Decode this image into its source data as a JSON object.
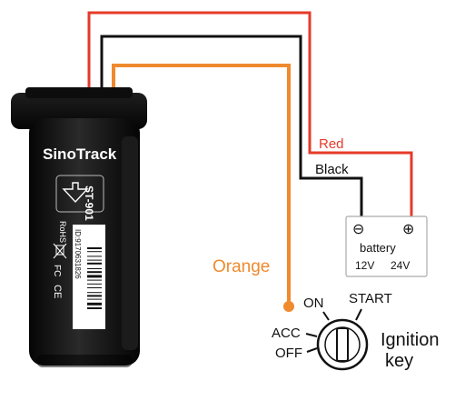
{
  "device": {
    "brand_logo": "SinoTrack",
    "model": "ST-901",
    "rohs_mark": "RoHS",
    "ce_mark": "CE",
    "fcc_mark": "FC",
    "serial_label": "ID:9170631826",
    "barcode_icon": "barcode-icon",
    "case_color": "#111111"
  },
  "wires": {
    "red": {
      "label": "Red",
      "color": "#e53a2a"
    },
    "black": {
      "label": "Black",
      "color": "#111111"
    },
    "orange": {
      "label": "Orange",
      "color": "#ef8a2e"
    }
  },
  "battery": {
    "label": "battery",
    "negative_symbol": "⊖",
    "positive_symbol": "⊕",
    "voltage_low": "12V",
    "voltage_high": "24V"
  },
  "ignition": {
    "acc": "ACC",
    "off": "OFF",
    "on": "ON",
    "start": "START",
    "title_line1": "Ignition",
    "title_line2": "key"
  }
}
